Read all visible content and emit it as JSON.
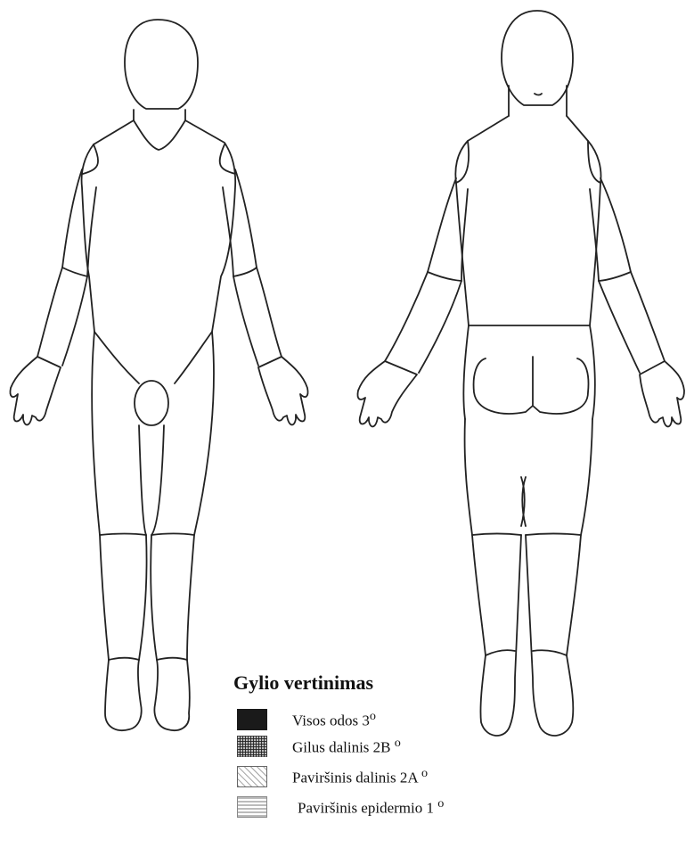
{
  "legend": {
    "title": "Gylio vertinimas",
    "items": [
      {
        "label": "Visos odos 3",
        "sup": "o",
        "pattern": "solid",
        "color": "#1a1a1a"
      },
      {
        "label": "Gilus dalinis  2B ",
        "sup": "o",
        "pattern": "grid",
        "color": "#555555"
      },
      {
        "label": "Paviršinis dalinis 2A ",
        "sup": "o",
        "pattern": "diagonal",
        "color": "#777777"
      },
      {
        "label": "Paviršinis epidermio  1 ",
        "sup": "o",
        "pattern": "horizontal",
        "color": "#666666"
      }
    ]
  }
}
